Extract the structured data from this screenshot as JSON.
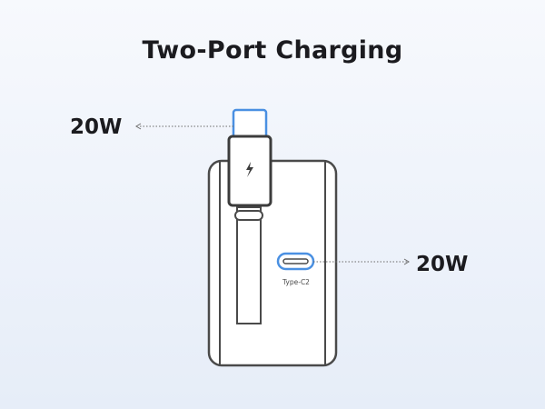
{
  "title": "Two-Port Charging",
  "ports": [
    {
      "watt_label": "20W"
    },
    {
      "watt_label": "20W",
      "port_label": "Type-C2"
    }
  ],
  "icons": {
    "plug": "lightning-bolt-icon"
  },
  "colors": {
    "accent": "#4a90e2",
    "stroke": "#4a4a4a",
    "background_top": "#f7f9fd",
    "background_bottom": "#e6edf8",
    "text": "#1b1b1f"
  }
}
